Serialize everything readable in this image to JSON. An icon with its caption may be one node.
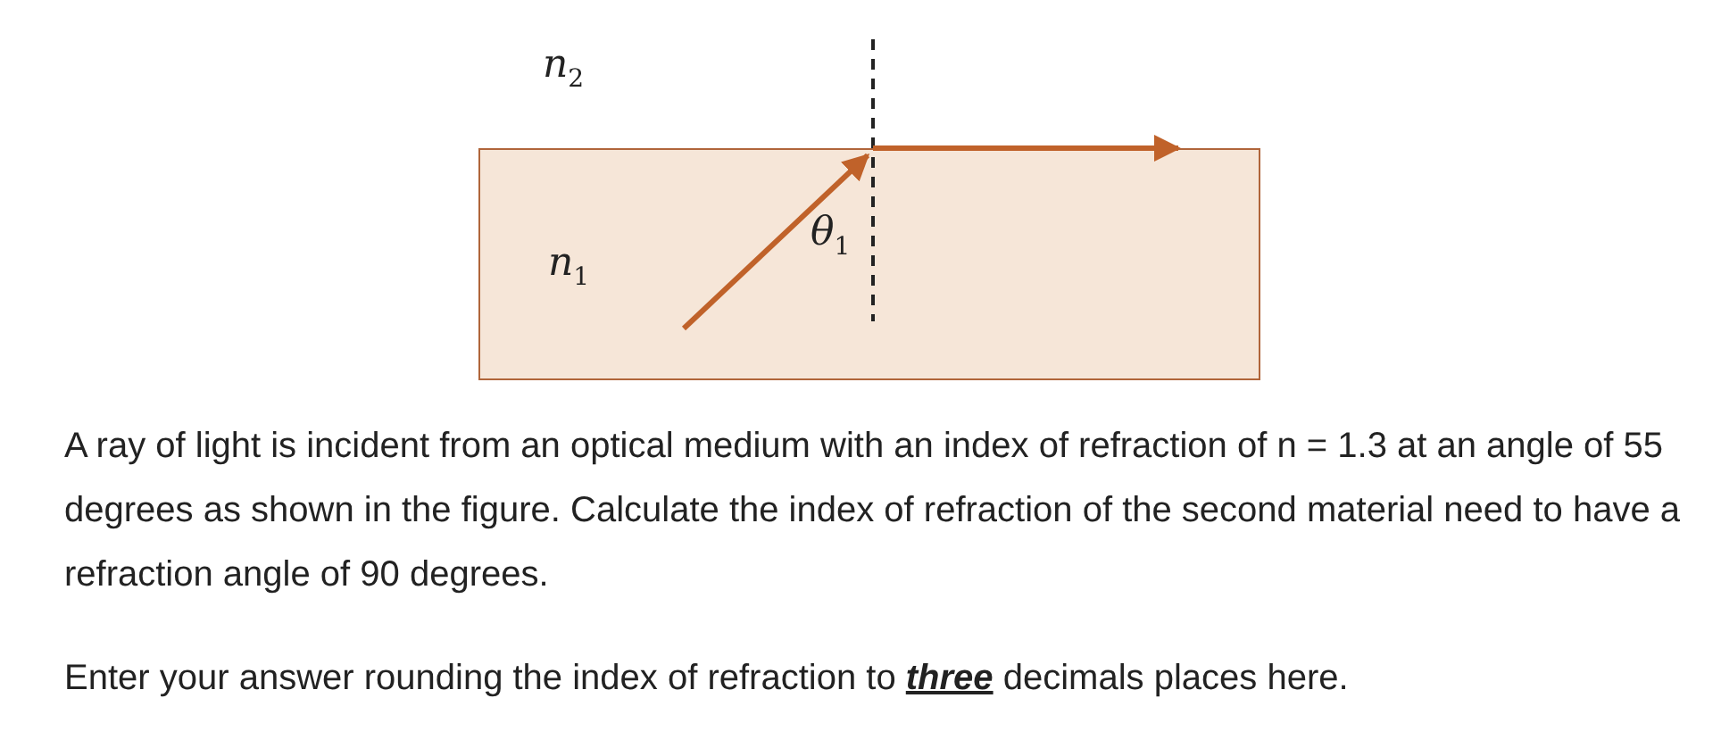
{
  "diagram": {
    "nodes": [
      {
        "text": [
          "n$_{1}$"
        ]
      }
    ],
    "edges": [],
    "labels": [
      "n$_{2}$",
      "θ$_{1}$",
      "A ray of light is incident from an optical medium with an index of refraction of n = 1.3 at an angle of 55 degrees as shown in the figure. Calculate the index of refraction of the second material need to have a refraction angle of 90 degrees.",
      "Enter your answer rounding the index of refraction to **three** decimals places here."
    ]
  }
}
